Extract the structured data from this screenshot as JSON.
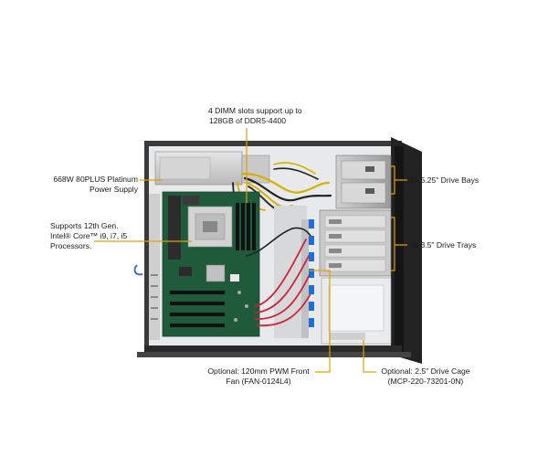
{
  "callouts": {
    "dimm": [
      "4 DIMM slots support up to",
      "128GB of DDR5-4400"
    ],
    "psu": [
      "668W 80PLUS Platinum",
      "Power Supply"
    ],
    "cpu": [
      "Supports 12th Gen.",
      "Intel® Core™ i9, i7, i5",
      "Processors."
    ],
    "bays525": [
      "2x 5.25\" Drive Bays"
    ],
    "trays35": [
      "4x 3.5\" Drive Trays"
    ],
    "fan": [
      "Optional: 120mm PWM Front",
      "Fan (FAN-0124L4)"
    ],
    "cage25": [
      "Optional: 2.5\" Drive Cage",
      "(MCP-220-73201-0N)"
    ]
  },
  "colors": {
    "callout_line": "#e0a100",
    "chassis": "#2b2b2b",
    "motherboard": "#1f5a3a",
    "sata_cable": "#d0203a",
    "connector_blue": "#1f6fd0"
  }
}
